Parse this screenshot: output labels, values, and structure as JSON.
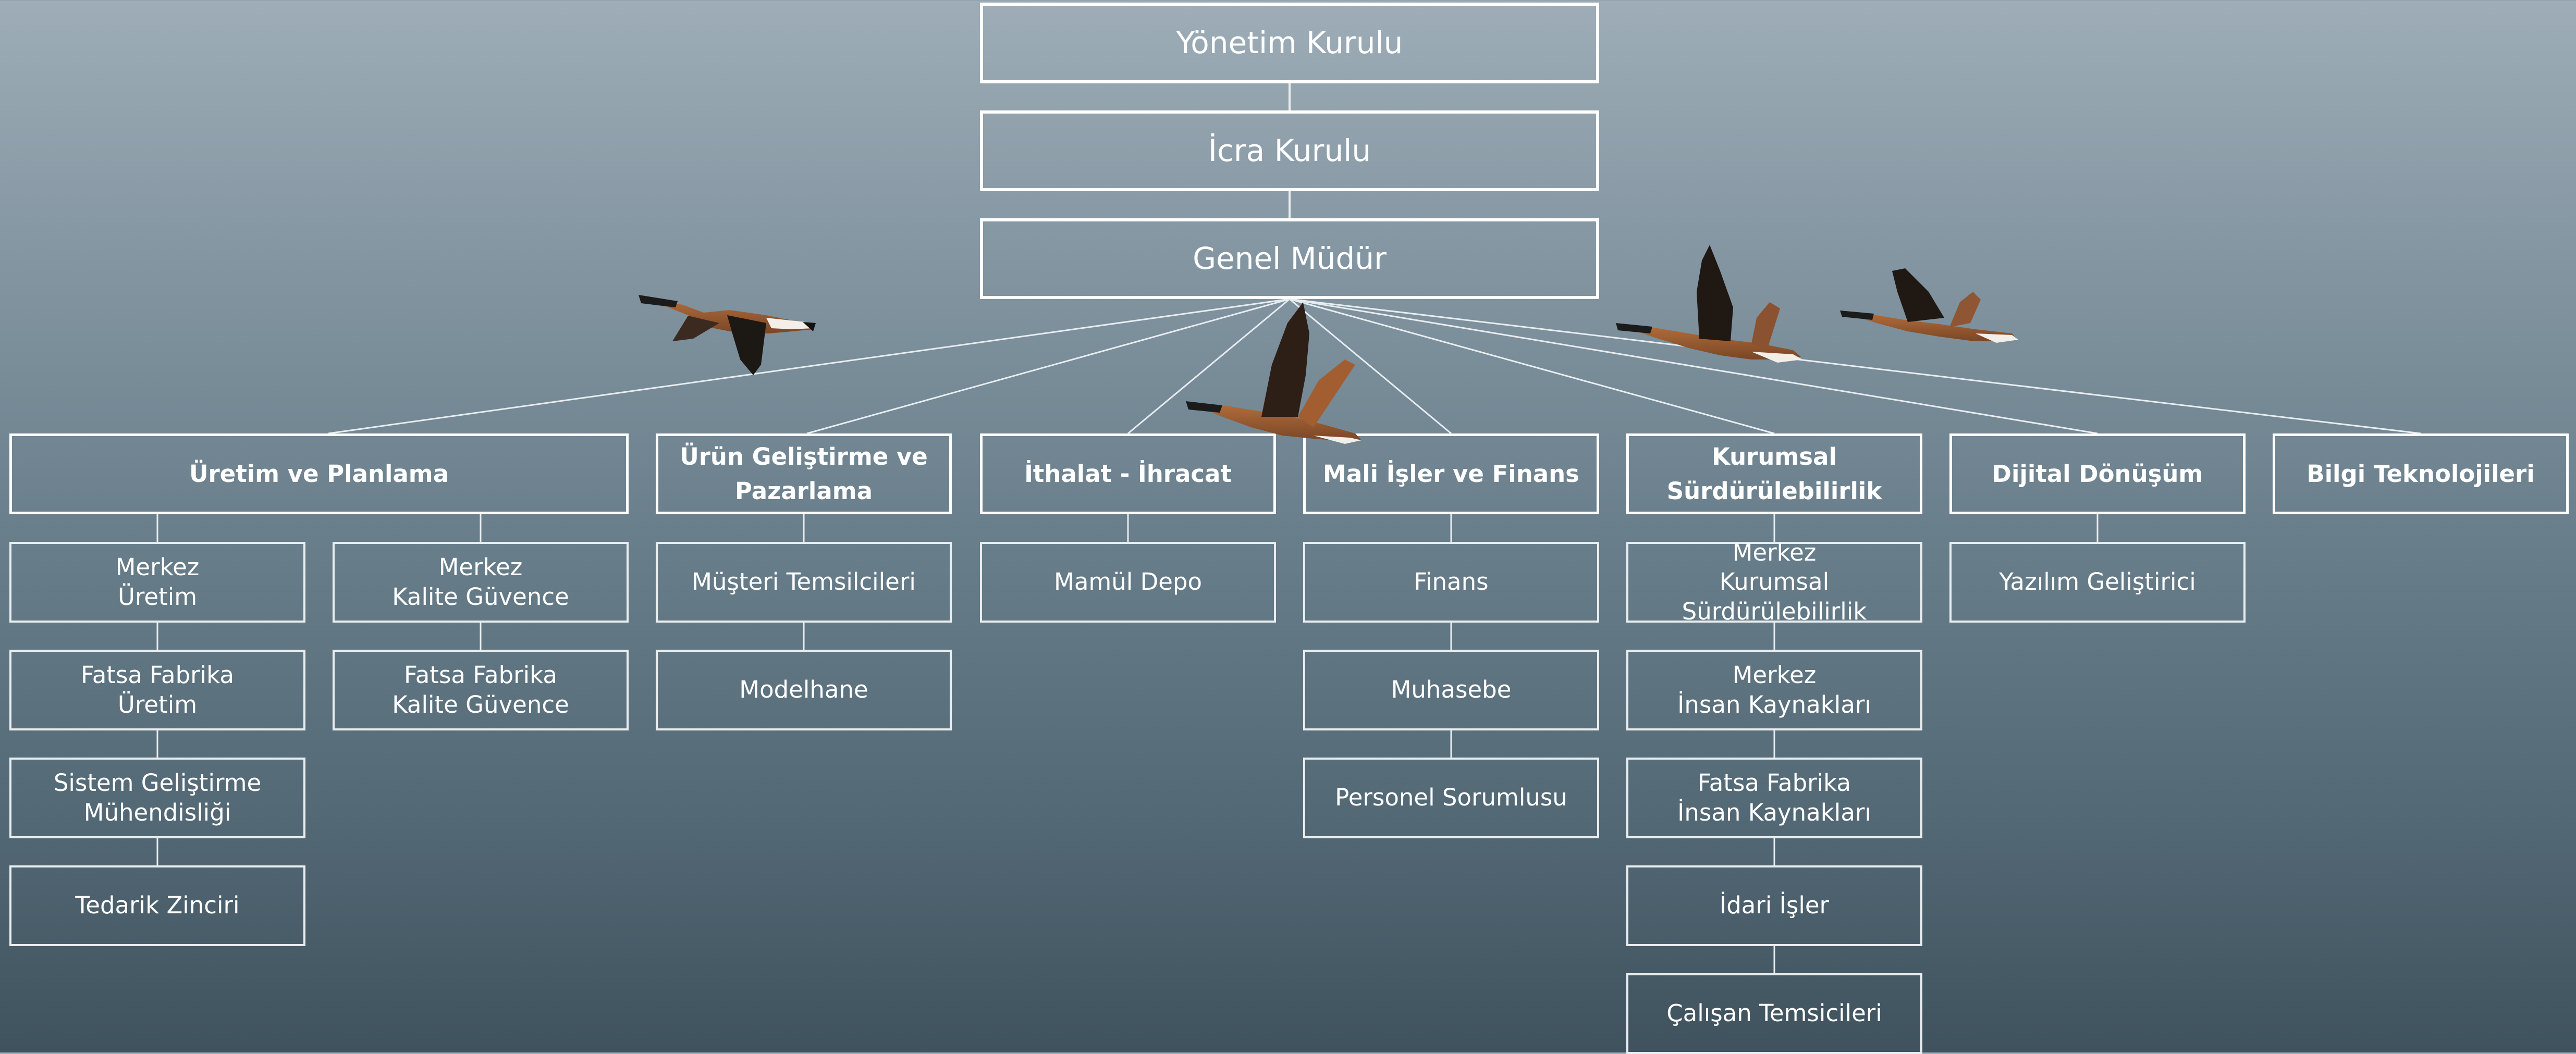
{
  "colors": {
    "box_border": "#ffffff",
    "unit_border": "#e8edf0",
    "connector": "#e8edf0",
    "text": "#ffffff",
    "background_top": "#9eadb7",
    "background_bottom": "#3f525e"
  },
  "executive": {
    "board": "Yönetim Kurulu",
    "executive_committee": "İcra Kurulu",
    "general_manager": "Genel Müdür"
  },
  "departments": [
    {
      "title": "Üretim ve Planlama",
      "units": [
        [
          "Merkez\nÜretim",
          "Fatsa Fabrika\nÜretim",
          "Sistem Geliştirme\nMühendisliği",
          "Tedarik Zinciri"
        ],
        [
          "Merkez\nKalite Güvence",
          "Fatsa Fabrika\nKalite Güvence"
        ]
      ]
    },
    {
      "title": "Ürün Geliştirme ve\nPazarlama",
      "units": [
        [
          "Müşteri Temsilcileri",
          "Modelhane"
        ]
      ]
    },
    {
      "title": "İthalat - İhracat",
      "units": [
        [
          "Mamül Depo"
        ]
      ]
    },
    {
      "title": "Mali İşler ve Finans",
      "units": [
        [
          "Finans",
          "Muhasebe",
          "Personel Sorumlusu"
        ]
      ]
    },
    {
      "title": "Kurumsal\nSürdürülebilirlik",
      "units": [
        [
          "Merkez\nKurumsal Sürdürülebilirlik",
          "Merkez\nİnsan Kaynakları",
          "Fatsa Fabrika\nİnsan Kaynakları",
          "İdari İşler",
          "Çalışan Temsicileri"
        ]
      ]
    },
    {
      "title": "Dijital Dönüşüm",
      "units": [
        [
          "Yazılım Geliştirici"
        ]
      ]
    },
    {
      "title": "Bilgi Teknolojileri",
      "units": []
    }
  ],
  "decorations": [
    "goose-1",
    "goose-2",
    "goose-3",
    "goose-4"
  ]
}
